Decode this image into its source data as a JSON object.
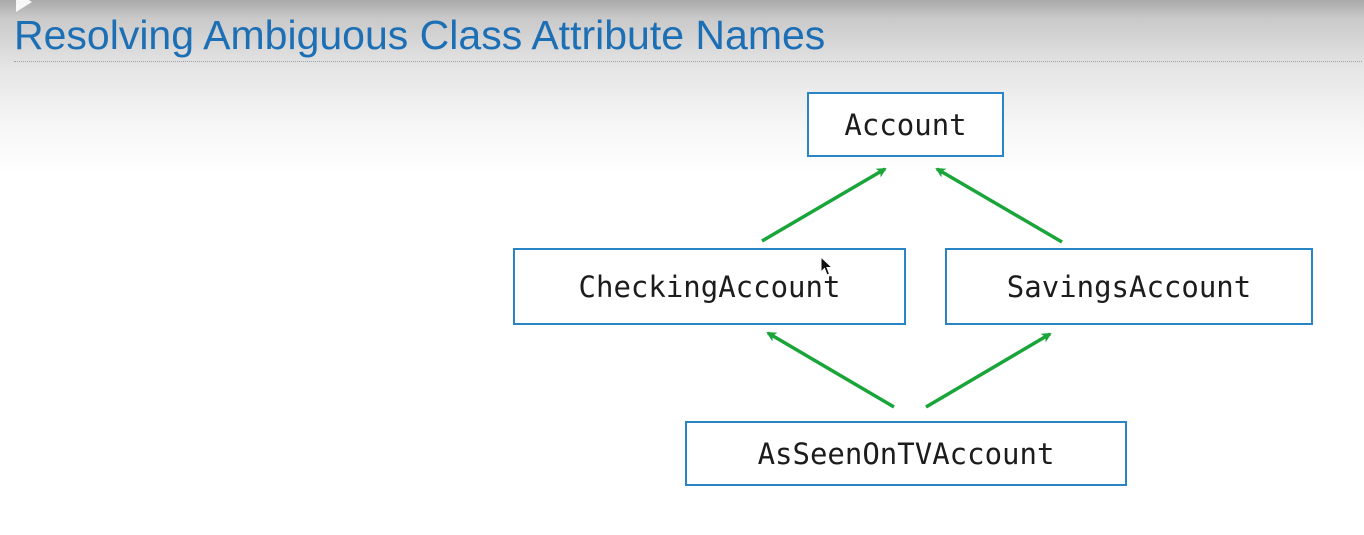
{
  "slide": {
    "title": "Resolving Ambiguous Class Attribute Names"
  },
  "diagram": {
    "nodes": {
      "account": "Account",
      "checking": "CheckingAccount",
      "savings": "SavingsAccount",
      "asseen": "AsSeenOnTVAccount"
    },
    "edges": [
      {
        "from": "CheckingAccount",
        "to": "Account"
      },
      {
        "from": "SavingsAccount",
        "to": "Account"
      },
      {
        "from": "AsSeenOnTVAccount",
        "to": "CheckingAccount"
      },
      {
        "from": "AsSeenOnTVAccount",
        "to": "SavingsAccount"
      }
    ]
  },
  "colors": {
    "title": "#1d6fb5",
    "box_border": "#2a85c6",
    "arrow": "#1aa53a"
  },
  "icons": {
    "cursor": "mouse-pointer-icon",
    "play": "play-icon"
  }
}
